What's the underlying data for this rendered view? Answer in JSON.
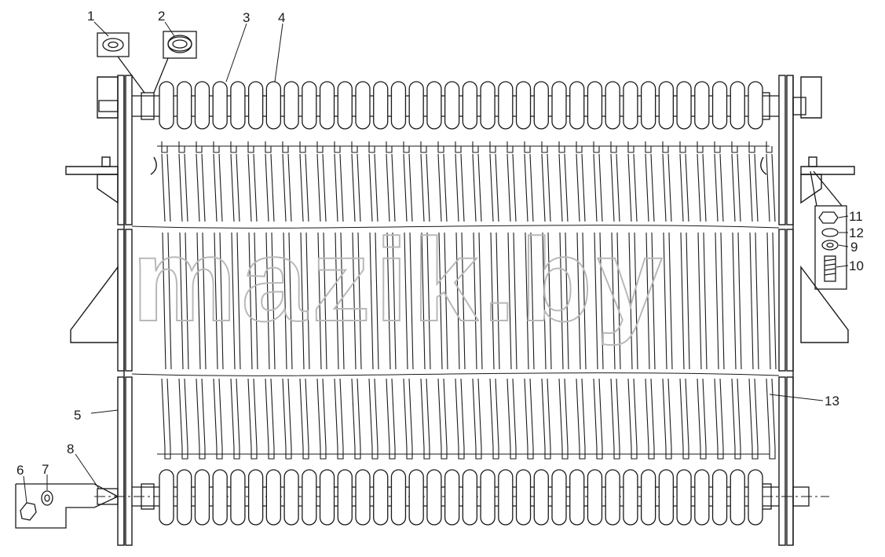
{
  "diagram": {
    "watermark": "mazik.by",
    "callouts": [
      {
        "id": "1",
        "label": "1"
      },
      {
        "id": "2",
        "label": "2"
      },
      {
        "id": "3",
        "label": "3"
      },
      {
        "id": "4",
        "label": "4"
      },
      {
        "id": "5",
        "label": "5"
      },
      {
        "id": "6",
        "label": "6"
      },
      {
        "id": "7",
        "label": "7"
      },
      {
        "id": "8",
        "label": "8"
      },
      {
        "id": "9",
        "label": "9"
      },
      {
        "id": "10",
        "label": "10"
      },
      {
        "id": "11",
        "label": "11"
      },
      {
        "id": "12",
        "label": "12"
      },
      {
        "id": "13",
        "label": "13"
      }
    ],
    "colors": {
      "line": "#1a1a1a",
      "watermark": "#b8b8b8",
      "background": "#ffffff"
    }
  }
}
